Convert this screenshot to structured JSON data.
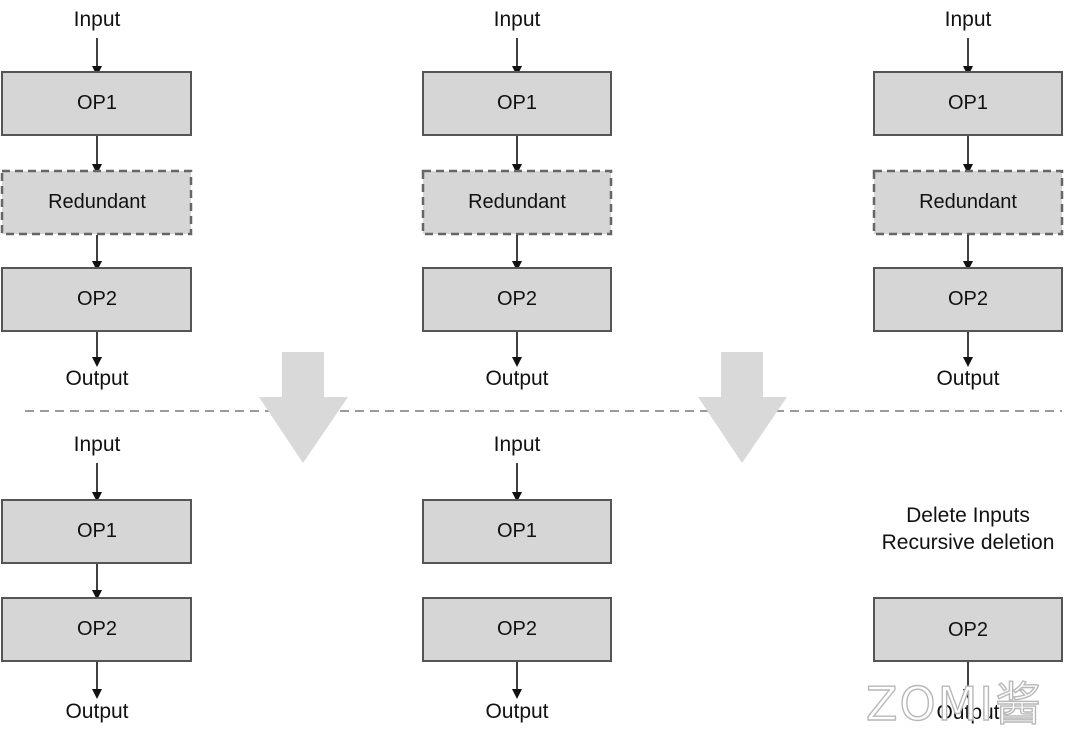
{
  "columns": {
    "left": {
      "top": {
        "input": "Input",
        "op1": "OP1",
        "redundant": "Redundant",
        "op2": "OP2",
        "output": "Output"
      },
      "bottom": {
        "input": "Input",
        "op1": "OP1",
        "op2": "OP2",
        "output": "Output"
      }
    },
    "middle": {
      "top": {
        "input": "Input",
        "op1": "OP1",
        "redundant": "Redundant",
        "op2": "OP2",
        "output": "Output"
      },
      "bottom": {
        "input": "Input",
        "op1": "OP1",
        "op2": "OP2",
        "output": "Output"
      }
    },
    "right": {
      "top": {
        "input": "Input",
        "op1": "OP1",
        "redundant": "Redundant",
        "op2": "OP2",
        "output": "Output"
      },
      "bottom": {
        "note_line1": "Delete Inputs",
        "note_line2": "Recursive deletion",
        "op2": "OP2",
        "output": "Output"
      }
    }
  },
  "watermark": "ZOMI酱",
  "colors": {
    "box_fill": "#d6d6d6",
    "box_stroke": "#555555",
    "dashed_stroke": "#666666",
    "big_arrow": "#d9d9d9",
    "divider": "#9a9a9a"
  }
}
